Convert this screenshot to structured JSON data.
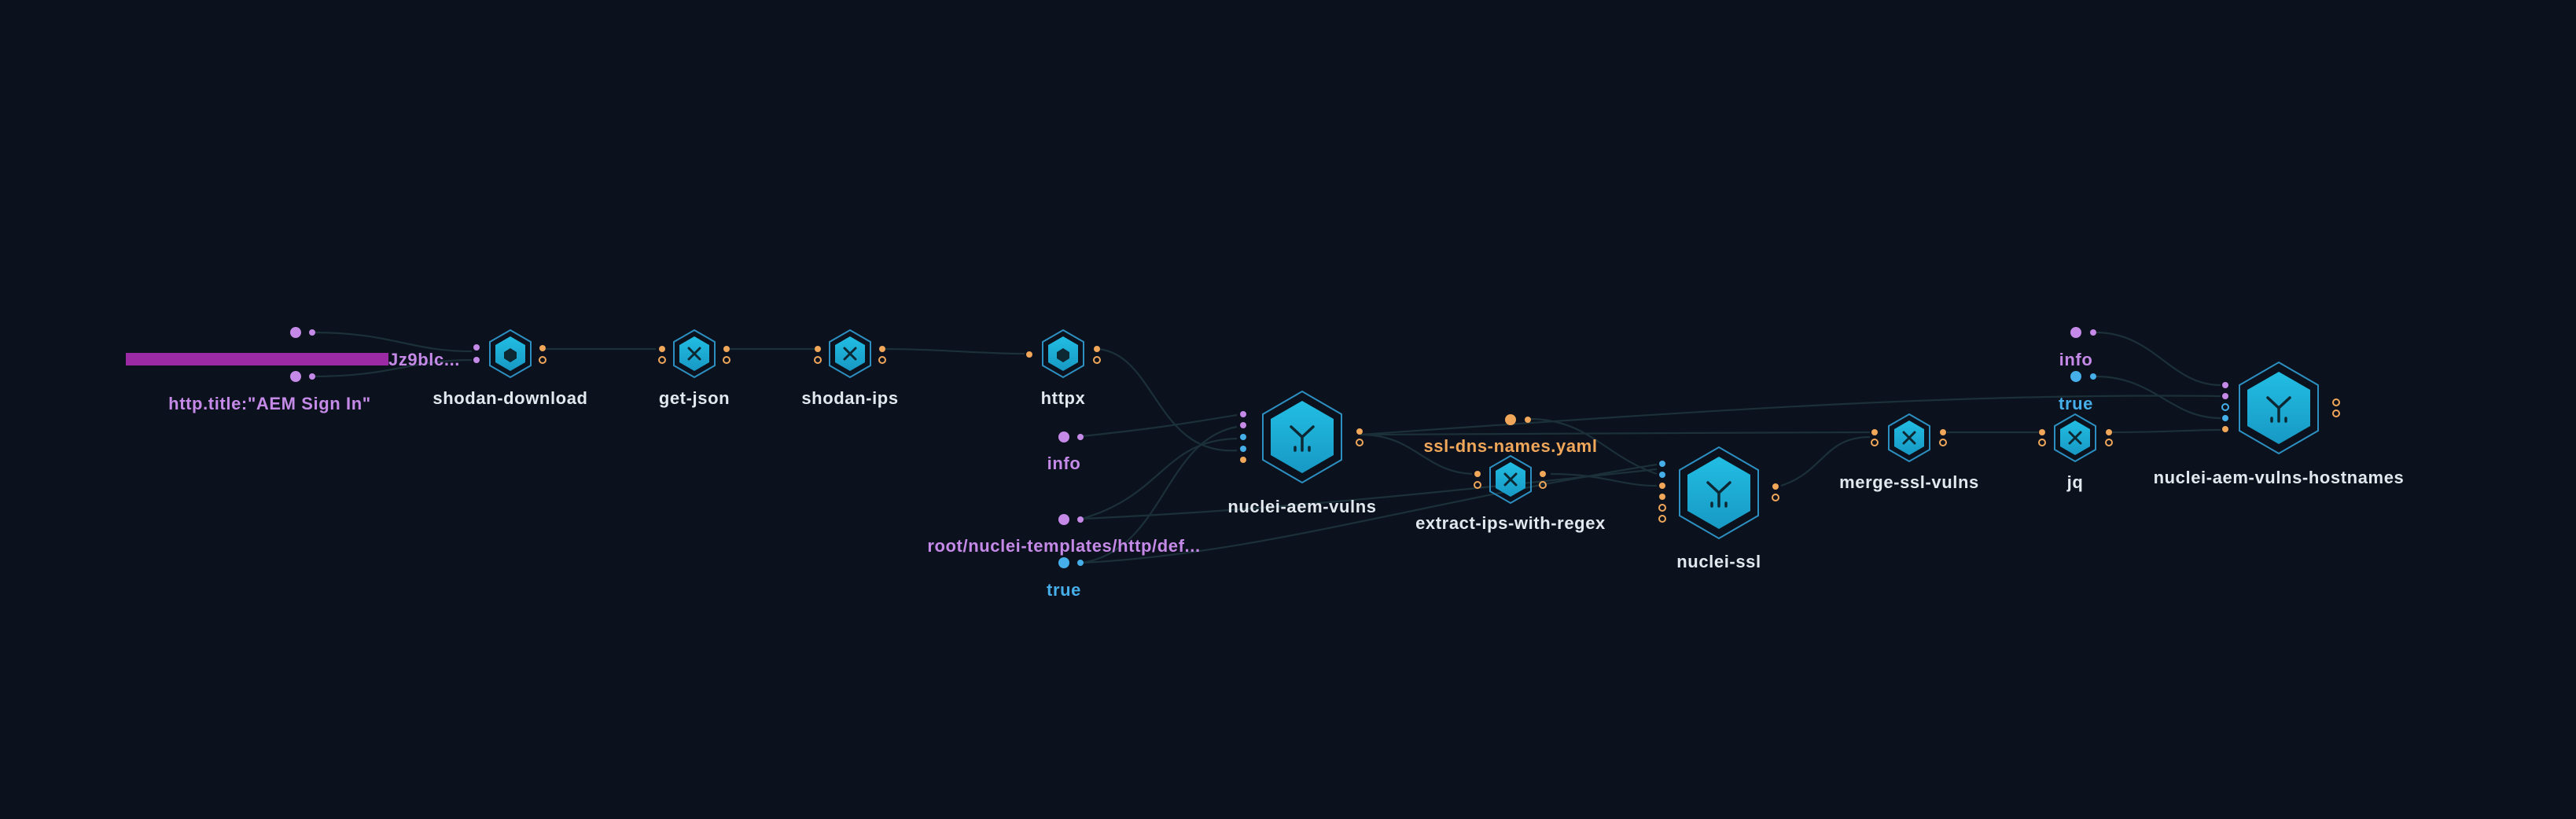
{
  "colors": {
    "background": "#0b111d",
    "node_fill": "#1fb0d8",
    "node_ring": "#2c8fc0",
    "edge": "#1b3038",
    "label": "#e3e8ef",
    "string_input": "#c58ae8",
    "bool_input": "#46aee8",
    "file_input": "#f0a75a",
    "port_orange": "#f0a75a",
    "redaction": "#9b2aa4"
  },
  "nodes": {
    "shodan_download": {
      "label": "shodan-download",
      "icon": "download-hex-icon"
    },
    "get_json": {
      "label": "get-json",
      "icon": "x-hex-icon"
    },
    "shodan_ips": {
      "label": "shodan-ips",
      "icon": "x-hex-icon"
    },
    "httpx": {
      "label": "httpx",
      "icon": "download-hex-icon"
    },
    "nuclei_aem_vulns": {
      "label": "nuclei-aem-vulns",
      "icon": "fork-hex-icon"
    },
    "extract_ips_with_regex": {
      "label": "extract-ips-with-regex",
      "icon": "x-hex-icon"
    },
    "nuclei_ssl": {
      "label": "nuclei-ssl",
      "icon": "fork-hex-icon"
    },
    "merge_ssl_vulns": {
      "label": "merge-ssl-vulns",
      "icon": "x-hex-icon"
    },
    "jq": {
      "label": "jq",
      "icon": "x-hex-icon"
    },
    "nuclei_aem_vulns_hostnames": {
      "label": "nuclei-aem-vulns-hostnames",
      "icon": "fork-hex-icon"
    }
  },
  "inputs": {
    "api_key": {
      "value": "Jz9blc...",
      "redacted": true
    },
    "shodan_query": {
      "value": "http.title:\"AEM Sign In\""
    },
    "severity_aem": {
      "value": "info"
    },
    "templates_path": {
      "value": "root/nuclei-templates/http/def..."
    },
    "flag_true": {
      "value": "true"
    },
    "ssl_template": {
      "value": "ssl-dns-names.yaml"
    },
    "severity_hostnames": {
      "value": "info"
    },
    "flag_true_hostnames": {
      "value": "true"
    }
  }
}
